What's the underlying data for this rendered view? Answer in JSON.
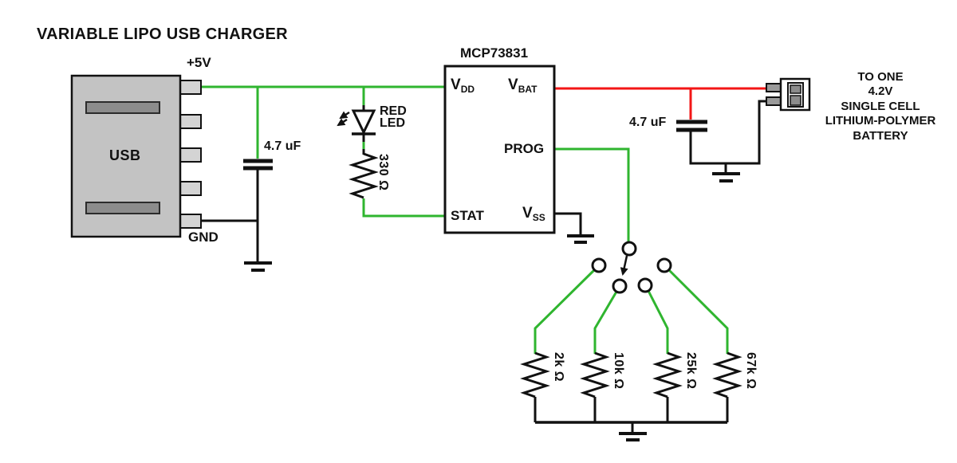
{
  "title": "VARIABLE LIPO USB CHARGER",
  "colors": {
    "wire_green": "#2fb52f",
    "wire_red": "#f31616",
    "wire_black": "#111111"
  },
  "usb_connector": {
    "label": "USB",
    "power_pin": "+5V",
    "ground_pin": "GND"
  },
  "input_capacitor": {
    "value": "4.7 uF"
  },
  "status_led": {
    "line1": "RED",
    "line2": "LED"
  },
  "led_resistor": {
    "value": "330 Ω"
  },
  "ic": {
    "part_number": "MCP73831",
    "pins": {
      "vdd": {
        "main": "V",
        "sub": "DD"
      },
      "vbat": {
        "main": "V",
        "sub": "BAT"
      },
      "prog": "PROG",
      "stat": "STAT",
      "vss": {
        "main": "V",
        "sub": "SS"
      }
    }
  },
  "output_capacitor": {
    "value": "4.7 uF"
  },
  "battery_note": {
    "lines": [
      "TO ONE",
      "4.2V",
      "SINGLE CELL",
      "LITHIUM-POLYMER",
      "BATTERY"
    ]
  },
  "prog_resistors": [
    {
      "value": "2k Ω"
    },
    {
      "value": "10k Ω"
    },
    {
      "value": "25k Ω"
    },
    {
      "value": "67k Ω"
    }
  ]
}
